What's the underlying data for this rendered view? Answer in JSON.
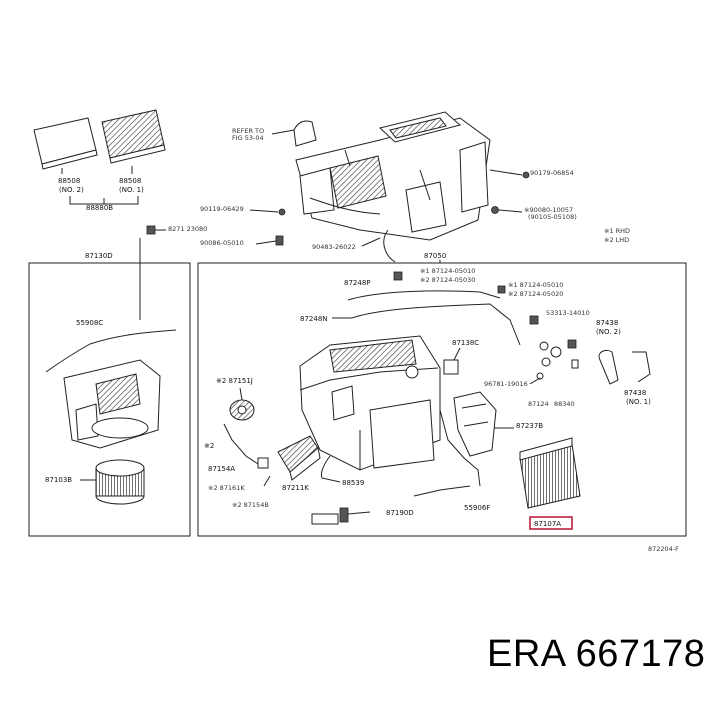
{
  "brand_label": "ERA 667178",
  "highlight_color": "#c0203a",
  "diagram_code": "872204-F",
  "labels": {
    "p88508_a": "88508",
    "p88508_a_no": "(NO. 2)",
    "p88508_b": "88508",
    "p88508_b_no": "(NO. 1)",
    "p88880b": "88880B",
    "refer_a": "REFER TO",
    "refer_b": "FIG 53-04",
    "p90179": "90179-06854",
    "p90119": "90119-06429",
    "p8271": "8271  23080",
    "p90080_a": "※90080-10057",
    "p90080_b": "(90105-05108)",
    "p90086": "90086-05010",
    "p90483": "90483-26022",
    "legend_rhd": "※1 RHD",
    "legend_lhd": "※2 LHD",
    "p87130d": "87130D",
    "p87050": "87050",
    "p55908c": "55908C",
    "p87248p": "87248P",
    "p87124_1": "※1 87124-05010",
    "p87124_2": "※2 87124-05030",
    "p87124_3": "※1 87124-05010",
    "p87124_4": "※2 87124-05020",
    "p87248n": "87248N",
    "p53313": "53313-14010",
    "p87438_a": "87438",
    "p87438_a_no": "(NO. 2)",
    "p87138c": "87138C",
    "p87151j": "※2 87151J",
    "p96781": "96781-19016",
    "p87124_5": "87124",
    "p88340": "88340",
    "p87438_b": "87438",
    "p87438_b_no": "(NO. 1)",
    "p87237b": "87237B",
    "p87103b": "87103B",
    "p2": "※2",
    "p87154a": "87154A",
    "p87161k": "※2 87161K",
    "p87211k": "87211K",
    "p88539": "88539",
    "p55906f": "55906F",
    "p87154b": "※2 87154B",
    "p87190d": "87190D",
    "p87107a": "87107A"
  }
}
